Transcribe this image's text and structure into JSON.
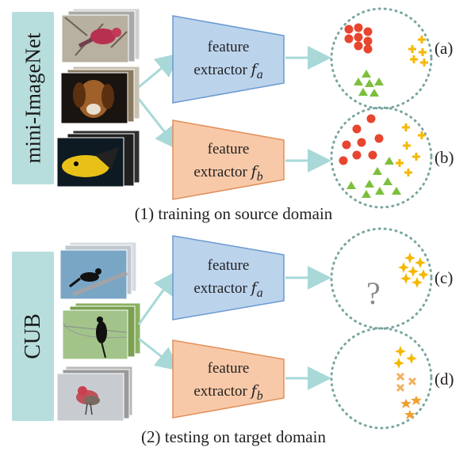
{
  "source": {
    "domain_label": "mini-ImageNet",
    "caption": "(1) training on source domain",
    "extractors": [
      {
        "line1": "feature",
        "line2": "extractor",
        "symbol": "f",
        "sub": "a"
      },
      {
        "line1": "feature",
        "line2": "extractor",
        "symbol": "f",
        "sub": "b"
      }
    ],
    "panel_labels": [
      "(a)",
      "(b)"
    ]
  },
  "target": {
    "domain_label": "CUB",
    "caption": "(2) testing on target domain",
    "extractors": [
      {
        "line1": "feature",
        "line2": "extractor",
        "symbol": "f",
        "sub": "a"
      },
      {
        "line1": "feature",
        "line2": "extractor",
        "symbol": "f",
        "sub": "b"
      }
    ],
    "panel_labels": [
      "(c)",
      "(d)"
    ],
    "unknown_mark": "?"
  },
  "colors": {
    "domain_box": "#b7dedd",
    "extractor_a": "#bcd3ec",
    "extractor_b": "#f8c9a8",
    "arrow": "#a8d8d8",
    "red": "#e8452e",
    "yellow": "#f5b800",
    "green": "#7cbf3c",
    "orange": "#f0a030"
  }
}
